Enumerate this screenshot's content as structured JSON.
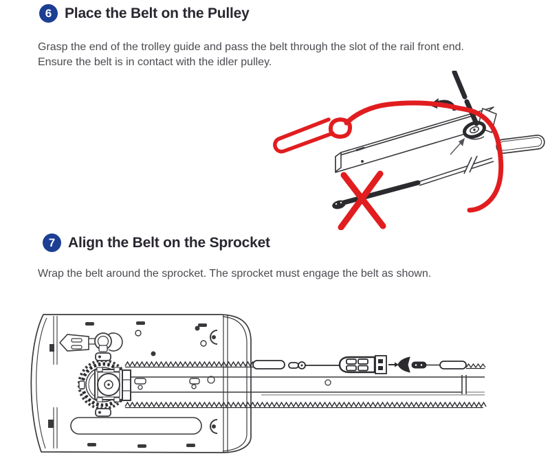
{
  "steps": [
    {
      "number": "6",
      "title": "Place the Belt on the Pulley",
      "body_lines": [
        "Grasp the end of the trolley guide and pass the belt through the slot of the rail front end.",
        "Ensure the belt is in contact with the idler pulley."
      ]
    },
    {
      "number": "7",
      "title": "Align the Belt on the Sprocket",
      "body_lines": [
        "Wrap the belt around the sprocket. The sprocket must engage the belt as shown."
      ]
    }
  ],
  "colors": {
    "badge_blue": "#1c3f94",
    "heading": "#29262f",
    "body_text": "#4b4a50",
    "line_art": "#3a393d",
    "annotation_red": "#e11d1f"
  }
}
